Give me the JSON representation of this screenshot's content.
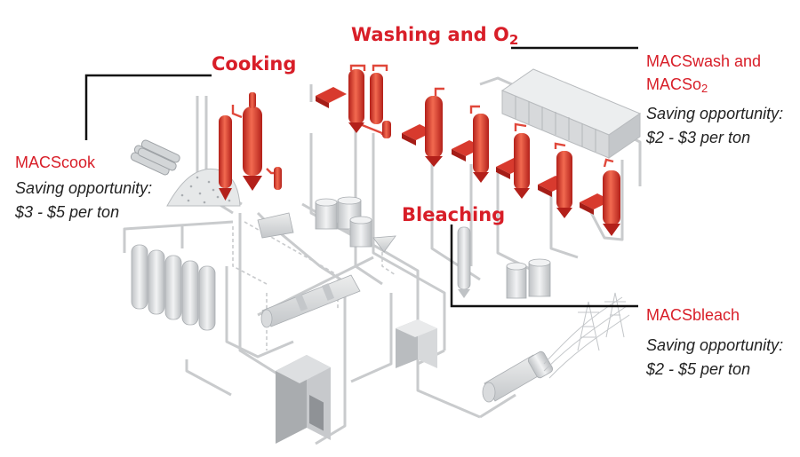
{
  "sections": {
    "cooking": "Cooking",
    "washing_prefix": "Washing and O",
    "washing_sub": "2",
    "bleaching": "Bleaching"
  },
  "callouts": {
    "cook": {
      "product": "MACScook",
      "saving_label": "Saving opportunity:",
      "saving_value": "$3 - $5 per ton"
    },
    "wash": {
      "product_line1": "MACSwash and",
      "product_line2_prefix": "MACSo",
      "product_line2_sub": "2",
      "saving_label": "Saving opportunity:",
      "saving_value": "$2 - $3 per ton"
    },
    "bleach": {
      "product": "MACSbleach",
      "saving_label": "Saving opportunity:",
      "saving_value": "$2 - $5 per ton"
    }
  },
  "colors": {
    "accent_red": "#d81e28",
    "equipment_red": "#e0473a",
    "equipment_gray": "#d6d8da",
    "pipe_gray": "#c9cbcd",
    "leader_line": "#111111"
  }
}
